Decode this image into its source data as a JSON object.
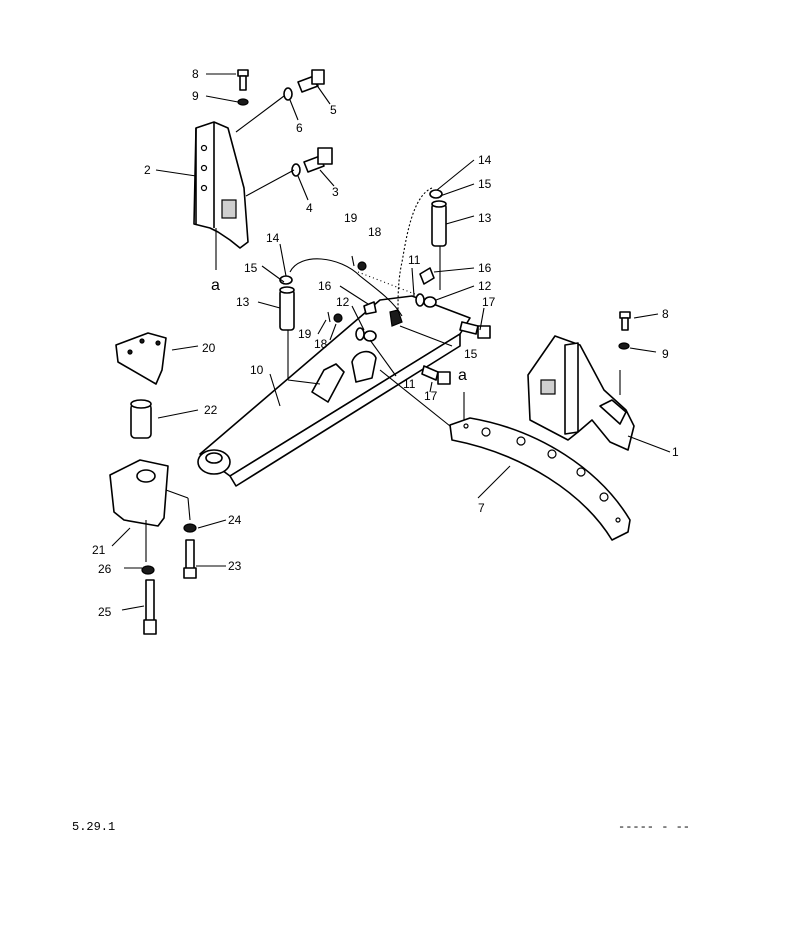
{
  "labels": {
    "l1": "1",
    "l2": "2",
    "l3": "3",
    "l4": "4",
    "l5": "5",
    "l6": "6",
    "l7": "7",
    "l8a": "8",
    "l8b": "8",
    "l9a": "9",
    "l9b": "9",
    "l10": "10",
    "l11a": "11",
    "l11b": "11",
    "l12a": "12",
    "l12b": "12",
    "l13a": "13",
    "l13b": "13",
    "l14a": "14",
    "l14b": "14",
    "l15a": "15",
    "l15b": "15",
    "l15c": "15",
    "l16a": "16",
    "l16b": "16",
    "l17a": "17",
    "l17b": "17",
    "l18a": "18",
    "l18b": "18",
    "l19a": "19",
    "l19b": "19",
    "l20": "20",
    "l21": "21",
    "l22": "22",
    "l23": "23",
    "l24": "24",
    "l25": "25",
    "l26": "26",
    "refA1": "a",
    "refA2": "a"
  },
  "footer": {
    "page_ref": "5.29.1",
    "code": "----- - --"
  }
}
